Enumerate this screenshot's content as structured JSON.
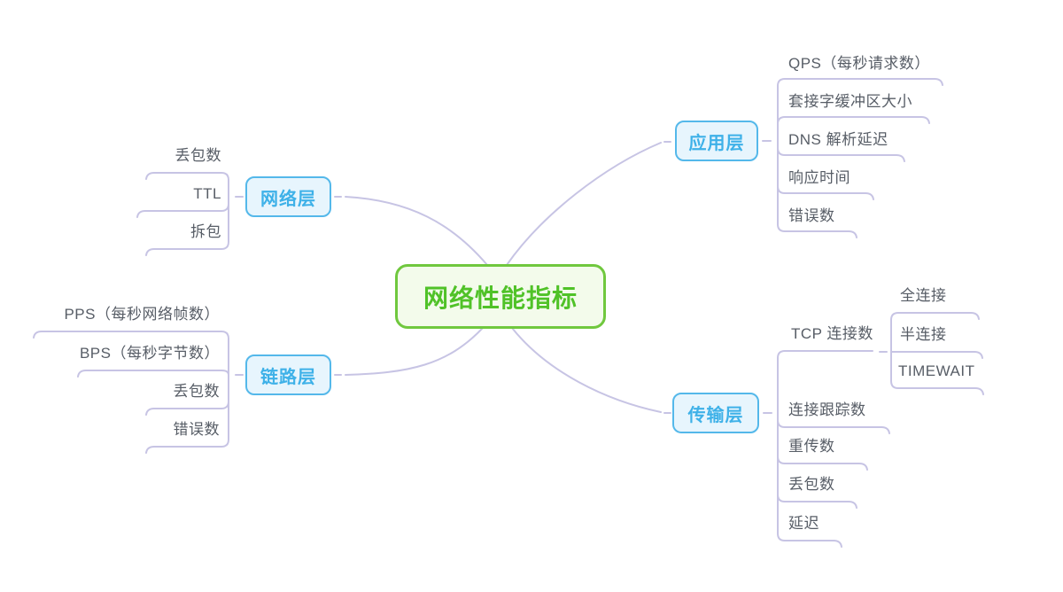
{
  "mindmap": {
    "central": {
      "label": "网络性能指标"
    },
    "branches": [
      {
        "label": "应用层",
        "side": "right",
        "children": [
          {
            "label": "QPS（每秒请求数）"
          },
          {
            "label": "套接字缓冲区大小"
          },
          {
            "label": "DNS 解析延迟"
          },
          {
            "label": "响应时间"
          },
          {
            "label": "错误数"
          }
        ]
      },
      {
        "label": "网络层",
        "side": "left",
        "children": [
          {
            "label": "丢包数"
          },
          {
            "label": "TTL"
          },
          {
            "label": "拆包"
          }
        ]
      },
      {
        "label": "链路层",
        "side": "left",
        "children": [
          {
            "label": "PPS（每秒网络帧数）"
          },
          {
            "label": "BPS（每秒字节数）"
          },
          {
            "label": "丢包数"
          },
          {
            "label": "错误数"
          }
        ]
      },
      {
        "label": "传输层",
        "side": "right",
        "children": [
          {
            "label": "TCP 连接数",
            "children": [
              {
                "label": "全连接"
              },
              {
                "label": "半连接"
              },
              {
                "label": "TIMEWAIT"
              }
            ]
          },
          {
            "label": "连接跟踪数"
          },
          {
            "label": "重传数"
          },
          {
            "label": "丢包数"
          },
          {
            "label": "延迟"
          }
        ]
      }
    ],
    "colors": {
      "background": "#ffffff",
      "connector_line": "#c7c4e4",
      "central_border": "#70c83e",
      "central_fill": "#f3fbeb",
      "central_text": "#50c228",
      "branch_border": "#54b8ea",
      "branch_fill": "#e7f5fd",
      "branch_text": "#3eb1e8",
      "topic_text": "#575d66"
    }
  }
}
